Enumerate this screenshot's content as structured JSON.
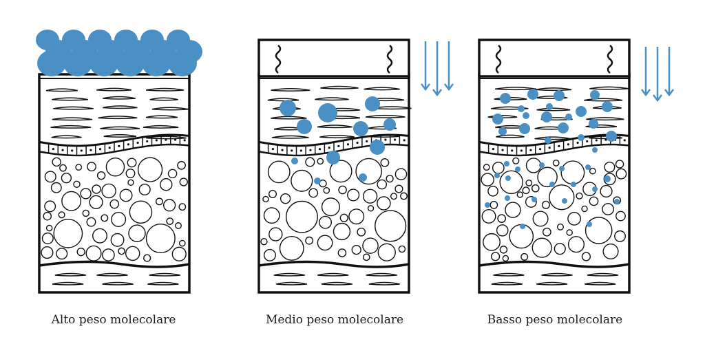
{
  "colors": {
    "molecule": "#4a90c4",
    "ink": "#111111"
  },
  "panels": [
    {
      "label": "Alto peso molecolare",
      "molecule_size": "large",
      "pressure_arrows": false,
      "penetration": "surface"
    },
    {
      "label": "Medio peso molecolare",
      "molecule_size": "medium",
      "pressure_arrows": true,
      "penetration": "epidermis"
    },
    {
      "label": "Basso peso molecolare",
      "molecule_size": "small",
      "pressure_arrows": true,
      "penetration": "dermis"
    }
  ]
}
